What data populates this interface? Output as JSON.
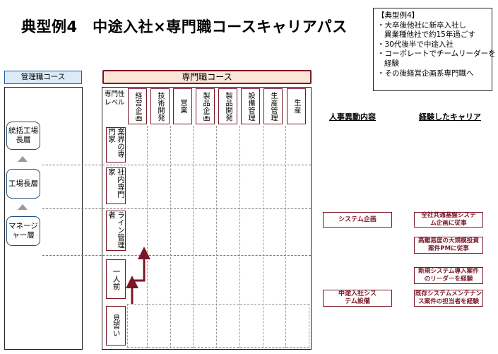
{
  "title": "典型例4　中途入社×専門職コースキャリアパス",
  "note": {
    "heading": "【典型例4】",
    "lines": [
      "・大卒後他社に新卒入社し",
      "異業種他社で約15年過ごす",
      "・30代後半で中途入社",
      "・コーポレートでチームリーダーを",
      "経験",
      "・その後経営企画系専門職へ"
    ]
  },
  "management": {
    "header": "管理職コース",
    "levels": [
      "統括工場長層",
      "工場長層",
      "マネージャー層"
    ]
  },
  "specialist": {
    "header": "専門職コース",
    "level_label": [
      "専門性",
      "レベル"
    ],
    "columns": [
      "経営企画",
      "技術開発",
      "営業",
      "製品企画",
      "製品開発",
      "設備管理",
      "生産管理",
      "生産"
    ],
    "levels": [
      "業界の専門家",
      "社内専門家",
      "ライン管理者",
      "一人前",
      "見習い"
    ]
  },
  "history": {
    "moves_header": "人事異動内容",
    "career_header": "経験したキャリア",
    "moves": [
      "システム企画",
      "中途入社システム設備"
    ],
    "careers": [
      "全社共通基盤システム企画に従事",
      "高難易度の大規模投資案件PMに従事",
      "新規システム導入案件のリーダーを経験",
      "既存システムメンテナンス案件の担当者を経験"
    ]
  },
  "colors": {
    "accent": "#7b1727",
    "mgr_border": "#1e5aa8",
    "mgr_fill": "#dbeaf7",
    "spec_fill": "#fbe5d6"
  }
}
